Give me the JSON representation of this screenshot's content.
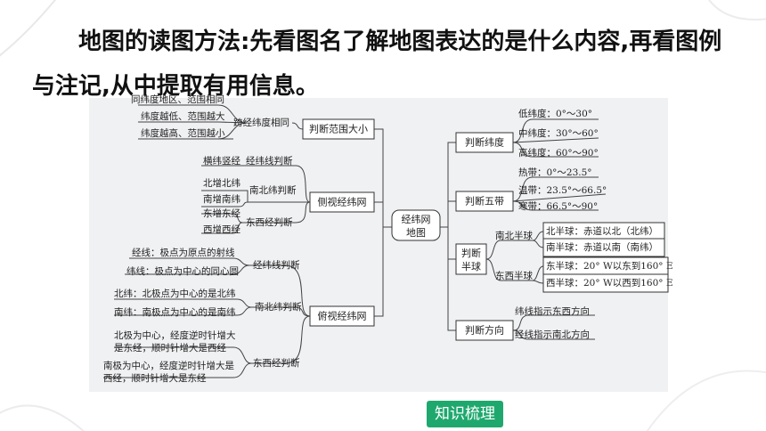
{
  "intro": {
    "text": "地图的读图方法:先看图名了解地图表达的是什么内容,再看图例与注记,从中提取有用信息。"
  },
  "badge": {
    "label": "知识梳理"
  },
  "colors": {
    "panel": "#f0f1f3",
    "badge": "#1fa86e",
    "line": "#444444"
  },
  "mindmap": {
    "root": "经纬网\n地图",
    "n1": {
      "label": "判断范围大小",
      "sub": "跨经纬度相同",
      "leaves": [
        "同纬度地区、范围相同",
        "纬度越低、范围越大",
        "纬度越高、范围越小"
      ]
    },
    "n2": {
      "label": "侧视经纬网",
      "s1": "经纬线判断",
      "s1_leaf": "横纬竖经",
      "s2": "南北纬判断",
      "s2_leaves": [
        "北增北纬",
        "南增南纬"
      ],
      "s3": "东西经判断",
      "s3_leaves": [
        "东增东经",
        "西增西经"
      ]
    },
    "n3": {
      "label": "俯视经纬网",
      "s1": "经纬线判断",
      "s1_leaves": [
        "经线：极点为原点的射线",
        "纬线：极点为中心的同心圆"
      ],
      "s2": "南北纬判断",
      "s2_leaves": [
        "北纬：北极点为中心的是北纬",
        "南纬：南极点为中心的是南纬"
      ],
      "s3": "东西经判断",
      "s3_leaves": [
        "北极为中心，经度逆时针增大\n是东经，顺时针增大是西经",
        "南极为中心，经度逆时针增大是\n西经，顺时针增大是东经"
      ]
    },
    "r1": {
      "label": "判断纬度",
      "leaves": [
        "低纬度：0°～30°",
        "中纬度：30°～60°",
        "高纬度：60°～90°"
      ]
    },
    "r2": {
      "label": "判断五带",
      "leaves": [
        "热带：0°～23.5°",
        "温带：23.5°～66.5°",
        "寒带：66.5°～90°"
      ]
    },
    "r3": {
      "label": "判断\n半球",
      "s1": "南北半球",
      "s1_leaves": [
        "北半球：赤道以北（北纬）",
        "南半球：赤道以南（南纬）"
      ],
      "s2": "东西半球",
      "s2_leaves": [
        "东半球：20° W以东到160° E",
        "西半球：20° W以西到160° E"
      ]
    },
    "r4": {
      "label": "判断方向",
      "leaves": [
        "纬线指示东西方向",
        "经线指示南北方向"
      ]
    }
  }
}
